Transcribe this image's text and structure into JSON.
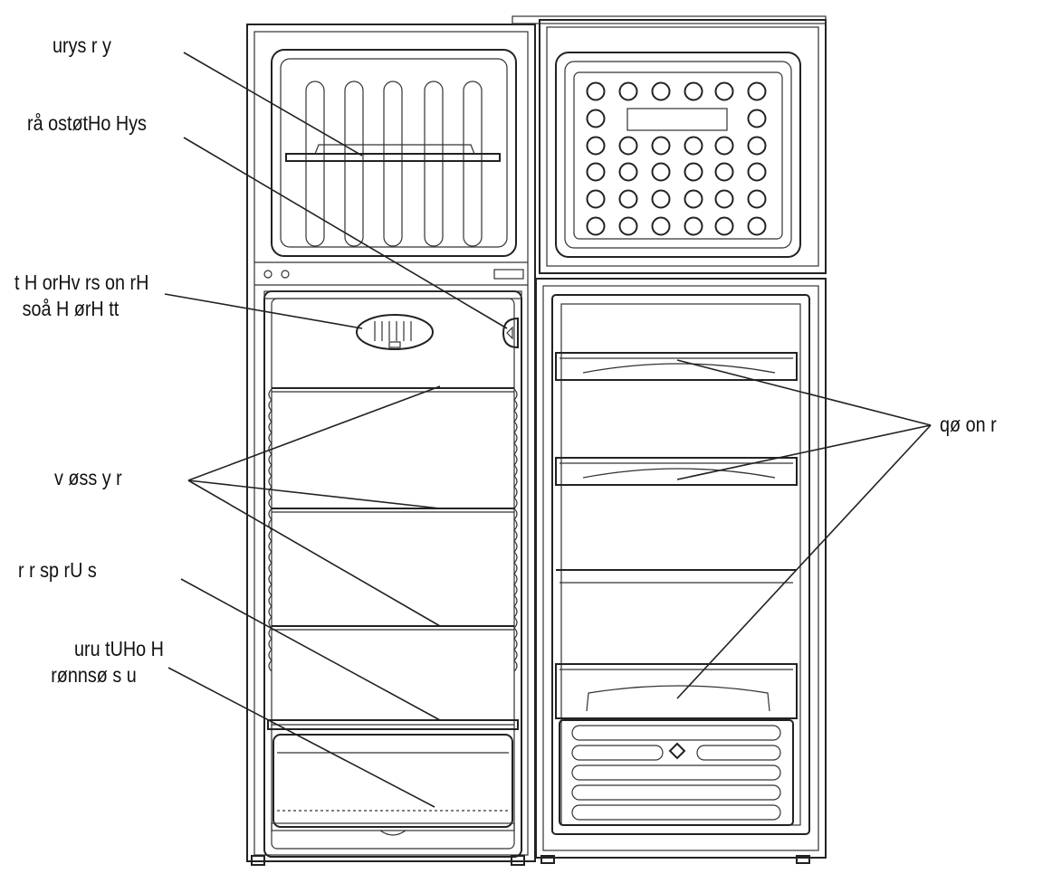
{
  "labels": {
    "freezer_shelf": "urys r y",
    "thermostat": "rå ostøtHo Hys",
    "light_cover": [
      "t H orHv rs on rH",
      "soå H ørH   tt"
    ],
    "glass_shelves": "v øss y   r",
    "vegetable_cover": "r r sp rU     s",
    "crisper": [
      "uru  tUHo  H",
      "rønnsø  s u"
    ],
    "door_shelves": "qø   on    r"
  }
}
